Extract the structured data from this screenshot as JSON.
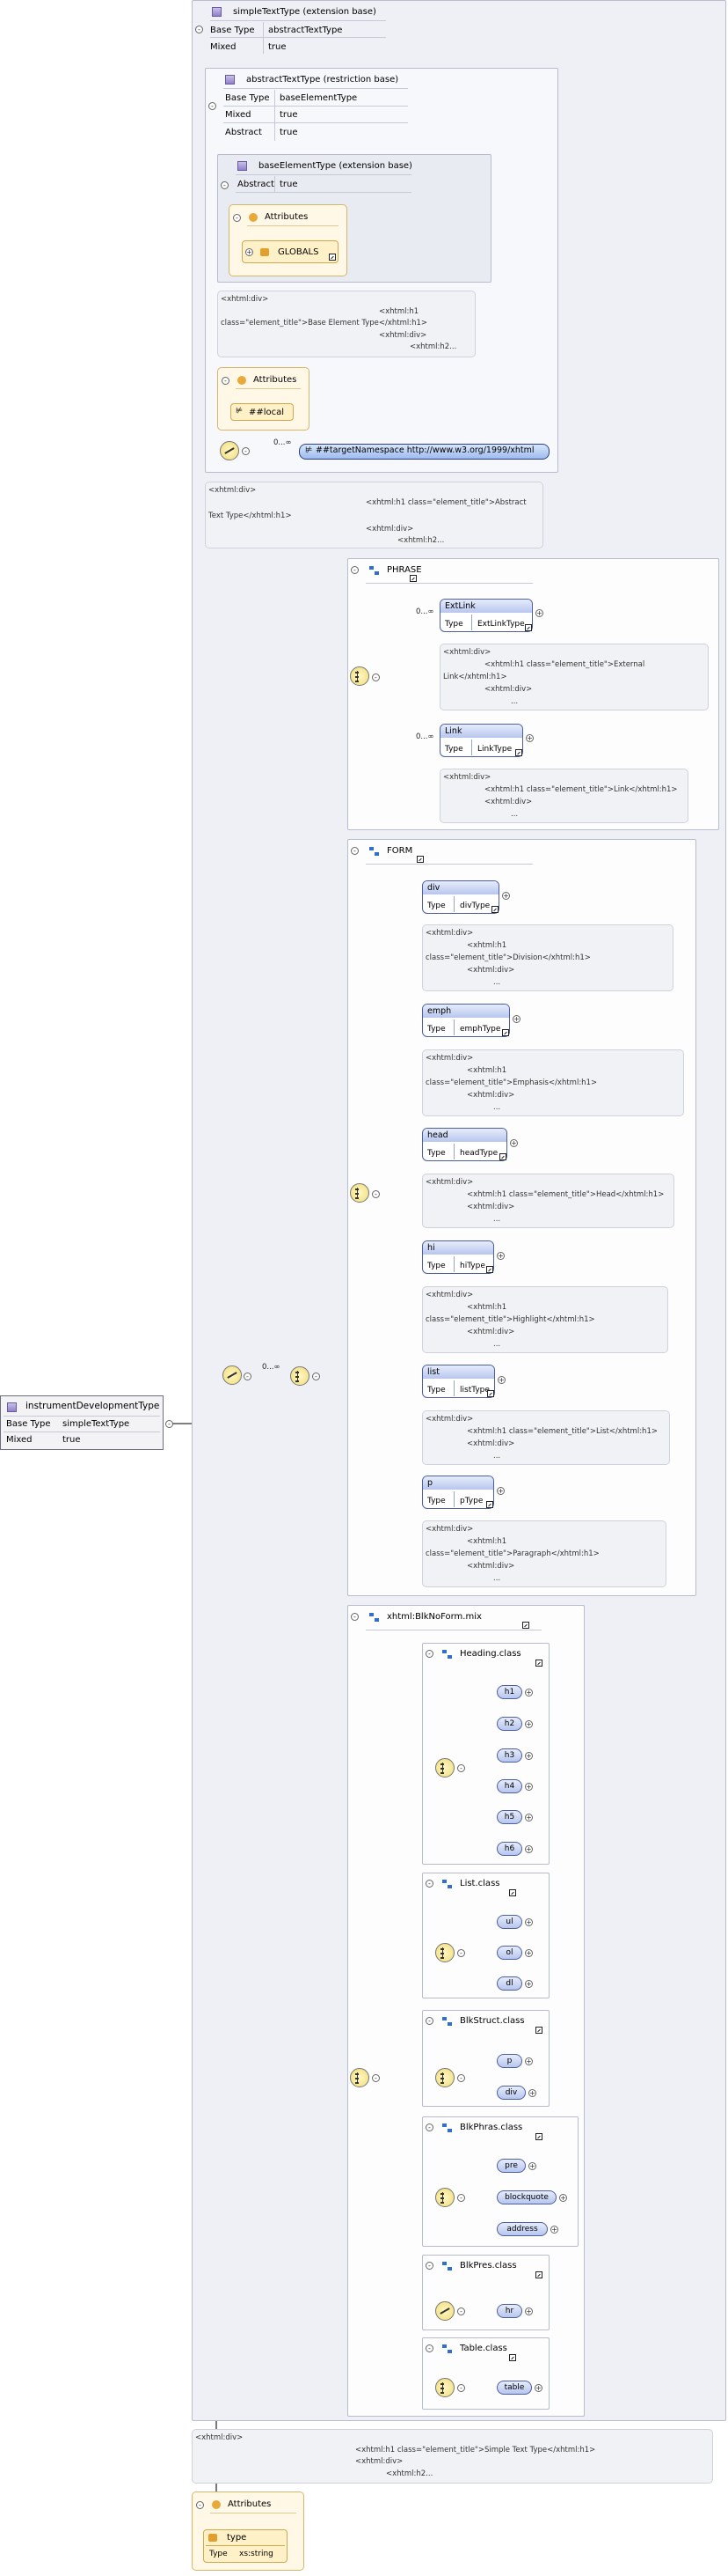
{
  "root": {
    "name": "instrumentDevelopmentType",
    "props": [
      [
        "Base Type",
        "simpleTextType"
      ],
      [
        "Mixed",
        "true"
      ]
    ]
  },
  "simpleText": {
    "title": "simpleTextType (extension base)",
    "props": [
      [
        "Base Type",
        "abstractTextType"
      ],
      [
        "Mixed",
        "true"
      ]
    ],
    "doc": [
      "<xhtml:div>",
      "<xhtml:h1 class=\"element_title\">Simple Text Type</xhtml:h1>",
      "<xhtml:div>",
      "<xhtml:h2..."
    ]
  },
  "abstractText": {
    "title": "abstractTextType (restriction base)",
    "props": [
      [
        "Base Type",
        "baseElementType"
      ],
      [
        "Mixed",
        "true"
      ],
      [
        "Abstract",
        "true"
      ]
    ],
    "doc": [
      "<xhtml:div>",
      "<xhtml:h1 class=\"element_title\">Abstract",
      "Text Type</xhtml:h1>",
      "<xhtml:div>",
      "<xhtml:h2..."
    ]
  },
  "baseElement": {
    "title": "baseElementType (extension base)",
    "props": [
      [
        "Abstract",
        "true"
      ]
    ],
    "attributes_label": "Attributes",
    "globals": "GLOBALS",
    "doc": [
      "<xhtml:div>",
      "<xhtml:h1",
      "class=\"element_title\">Base Element Type</xhtml:h1>",
      "<xhtml:div>",
      "<xhtml:h2..."
    ]
  },
  "localAttr": {
    "label": "Attributes",
    "chip": "##local"
  },
  "anyElem": {
    "occ": "0...∞",
    "label": "##targetNamespace http://www.w3.org/1999/xhtml"
  },
  "mainOcc": "0...∞",
  "phrase": {
    "title": "PHRASE",
    "items": [
      {
        "name": "ExtLink",
        "type_key": "Type",
        "type": "ExtLinkType",
        "occ": "0...∞",
        "doc": [
          "<xhtml:div>",
          "<xhtml:h1 class=\"element_title\">External",
          "Link</xhtml:h1>",
          "<xhtml:div>",
          "..."
        ]
      },
      {
        "name": "Link",
        "type_key": "Type",
        "type": "LinkType",
        "occ": "0...∞",
        "doc": [
          "<xhtml:div>",
          "<xhtml:h1 class=\"element_title\">Link</xhtml:h1>",
          "<xhtml:div>",
          "..."
        ]
      }
    ]
  },
  "form": {
    "title": "FORM",
    "items": [
      {
        "name": "div",
        "type_key": "Type",
        "type": "divType",
        "doc": [
          "<xhtml:div>",
          "<xhtml:h1",
          "class=\"element_title\">Division</xhtml:h1>",
          "<xhtml:div>",
          "..."
        ]
      },
      {
        "name": "emph",
        "type_key": "Type",
        "type": "emphType",
        "doc": [
          "<xhtml:div>",
          "<xhtml:h1",
          "class=\"element_title\">Emphasis</xhtml:h1>",
          "<xhtml:div>",
          "..."
        ]
      },
      {
        "name": "head",
        "type_key": "Type",
        "type": "headType",
        "doc": [
          "<xhtml:div>",
          "<xhtml:h1 class=\"element_title\">Head</xhtml:h1>",
          "<xhtml:div>",
          "..."
        ]
      },
      {
        "name": "hi",
        "type_key": "Type",
        "type": "hiType",
        "doc": [
          "<xhtml:div>",
          "<xhtml:h1",
          "class=\"element_title\">Highlight</xhtml:h1>",
          "<xhtml:div>",
          "..."
        ]
      },
      {
        "name": "list",
        "type_key": "Type",
        "type": "listType",
        "doc": [
          "<xhtml:div>",
          "<xhtml:h1 class=\"element_title\">List</xhtml:h1>",
          "<xhtml:div>",
          "..."
        ]
      },
      {
        "name": "p",
        "type_key": "Type",
        "type": "pType",
        "doc": [
          "<xhtml:div>",
          "<xhtml:h1",
          "class=\"element_title\">Paragraph</xhtml:h1>",
          "<xhtml:div>",
          "..."
        ]
      }
    ]
  },
  "blk": {
    "title": "xhtml:BlkNoForm.mix",
    "groups": [
      {
        "title": "Heading.class",
        "items": [
          "h1",
          "h2",
          "h3",
          "h4",
          "h5",
          "h6"
        ]
      },
      {
        "title": "List.class",
        "items": [
          "ul",
          "ol",
          "dl"
        ]
      },
      {
        "title": "BlkStruct.class",
        "items": [
          "p",
          "div"
        ]
      },
      {
        "title": "BlkPhras.class",
        "items": [
          "pre",
          "blockquote",
          "address"
        ]
      },
      {
        "title": "BlkPres.class",
        "items": [
          "hr"
        ]
      },
      {
        "title": "Table.class",
        "items": [
          "table"
        ]
      }
    ]
  },
  "bottomAttr": {
    "label": "Attributes",
    "name": "type",
    "type_key": "Type",
    "type": "xs:string"
  }
}
